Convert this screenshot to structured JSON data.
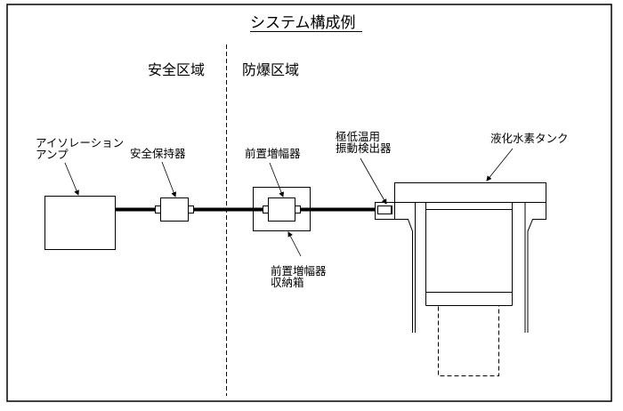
{
  "title": "システム構成例",
  "zones": {
    "safe": "安全区域",
    "hazardous": "防爆区域"
  },
  "components": {
    "isolation_amp": [
      "アイソレーション",
      "アンプ"
    ],
    "safety_barrier": "安全保持器",
    "preamp": "前置増幅器",
    "preamp_enclosure": [
      "前置増幅器",
      "収納箱"
    ],
    "cryogenic_sensor": [
      "極低温用",
      "振動検出器"
    ],
    "lh2_tank": "液化水素タンク"
  },
  "colors": {
    "line": "#000000",
    "background": "#ffffff"
  }
}
